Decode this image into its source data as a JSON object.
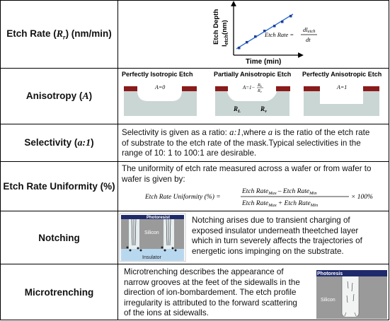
{
  "rows": {
    "etch_rate": {
      "label": "Etch Rate (",
      "label_var": "R",
      "label_sub": "r",
      "label_tail": ") (nm/min)",
      "chart": {
        "ylabel": "Etch Depth",
        "ylabel2": "l",
        "ylabel2_sub": "etch",
        "ylabel2_tail": "(nm)",
        "xlabel": "Time (min)",
        "formula_lhs": "Etch Rate =",
        "formula_num": "dl",
        "formula_num_sub": "etch",
        "formula_den": "dt"
      }
    },
    "anisotropy": {
      "label": "Anisotropy (",
      "label_var": "A",
      "label_tail": ")",
      "profiles": [
        {
          "title": "Perfectly Isotropic Etch",
          "annotation": "A=0"
        },
        {
          "title": "Partially Anisotropic Etch",
          "annotation": "A=1−",
          "frac_num": "R",
          "frac_num_sub": "L",
          "frac_den": "R",
          "frac_den_sub": "v",
          "rl": "R",
          "rl_sub": "L",
          "rv": "R",
          "rv_sub": "v"
        },
        {
          "title": "Perfectly Anisotropic Etch",
          "annotation": "A=1"
        }
      ]
    },
    "selectivity": {
      "label": "Selectivity (",
      "label_var": "a:1",
      "label_tail": ")",
      "t1": "Selectivity is given as a ratio: ",
      "t1_var": "a:1",
      "t1b": ",where ",
      "t1_var2": "a",
      "t1c": " is the ratio of the etch rate",
      "t2": "of substrate to the etch rate of the mask.Typical selectivities in the",
      "t3": "range of 10: 1 to 100:1 are desirable."
    },
    "uniformity": {
      "label": "Etch Rate Uniformity (%)",
      "t1": "The uniformity of etch rate measured across a wafer or from wafer to",
      "t2": "wafer is given by:",
      "lhs": "Etch Rate Uniformity (%) =",
      "num_a": "Etch Rate",
      "num_a_sub": "Max",
      "num_minus": "– Etch Rate",
      "num_b_sub": "Min",
      "den_a": "Etch Rate",
      "den_a_sub": "Max",
      "den_plus": "+ Etch Rate",
      "den_b_sub": "Min",
      "times": "× 100%"
    },
    "notching": {
      "label": "Notching",
      "fig": {
        "photoresist": "Photoresist",
        "silicon": "Silicon",
        "insulator": "Insulator"
      },
      "t1": "Notching arises due to transient charging of",
      "t2": "exposed insulator  underneath theetched layer",
      "t3": "which in turn severely affects the trajectories of",
      "t4": "energetic ions impinging on the substrate."
    },
    "microtrenching": {
      "label": "Microtrenching",
      "fig": {
        "photoresist": "Photoresis",
        "silicon": "Silicon"
      },
      "t1": "Microtrenching describes the appearance of",
      "t2": "narrow grooves at the feet of the sidewalls in the",
      "t3": "direction of ion-bombardement. The etch profile",
      "t4": "irregularity is attributed to the forward scattering",
      "t5": "of the ions at sidewalls."
    }
  },
  "colors": {
    "resist": "#8B1A1A",
    "substrate": "#C9D6D4",
    "line": "#2F6FCF",
    "silicon_gray": "#9A9A9A",
    "insulator_blue": "#B8D8F0",
    "photoresist_navy": "#1F2A6B"
  }
}
